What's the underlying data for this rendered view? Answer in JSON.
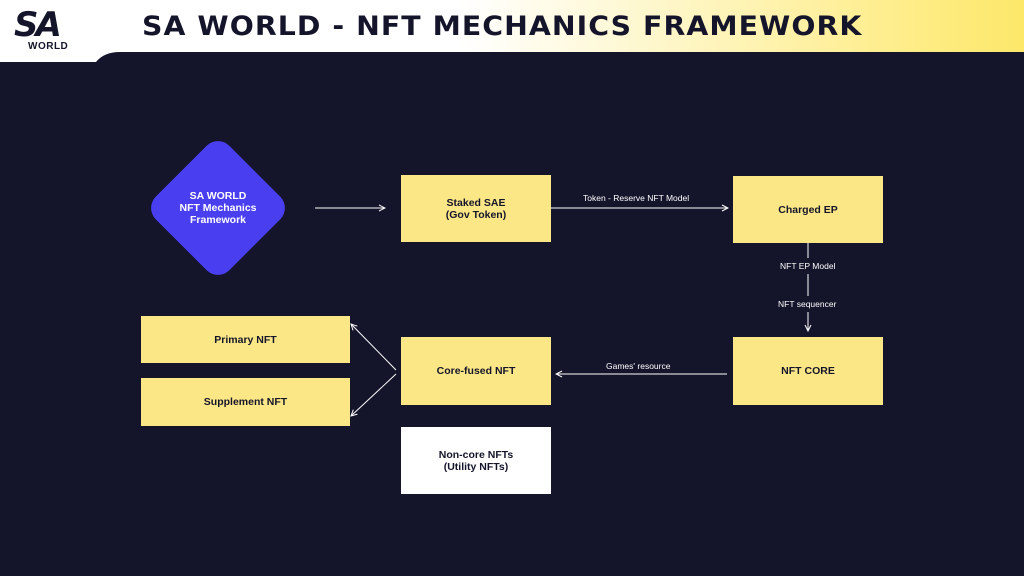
{
  "header": {
    "logo_mark": "SA",
    "logo_sub": "WORLD",
    "title": "SA WORLD - NFT MECHANICS FRAMEWORK",
    "colors": {
      "banner_left": "#ffffff",
      "banner_right": "#fde86a",
      "text": "#14142b"
    }
  },
  "diagram": {
    "colors": {
      "background": "#14142b",
      "node": "#fbe785",
      "root": "#4a3ff0",
      "plain_node": "#ffffff",
      "connector": "#ffffff"
    },
    "root": {
      "line1": "SA WORLD",
      "line2": "NFT Mechanics",
      "line3": "Framework"
    },
    "nodes": {
      "staked_sae": {
        "line1": "Staked SAE",
        "line2": "(Gov Token)"
      },
      "charged_ep": {
        "label": "Charged EP"
      },
      "nft_core": {
        "label": "NFT CORE"
      },
      "core_fused": {
        "label": "Core-fused NFT"
      },
      "primary": {
        "label": "Primary NFT"
      },
      "supplement": {
        "label": "Supplement NFT"
      },
      "non_core": {
        "line1": "Non-core NFTs",
        "line2": "(Utility NFTs)"
      }
    },
    "edges": {
      "token_reserve": "Token - Reserve NFT Model",
      "nft_ep_model": "NFT EP Model",
      "nft_sequencer": "NFT sequencer",
      "games_resource": "Games' resource"
    }
  }
}
